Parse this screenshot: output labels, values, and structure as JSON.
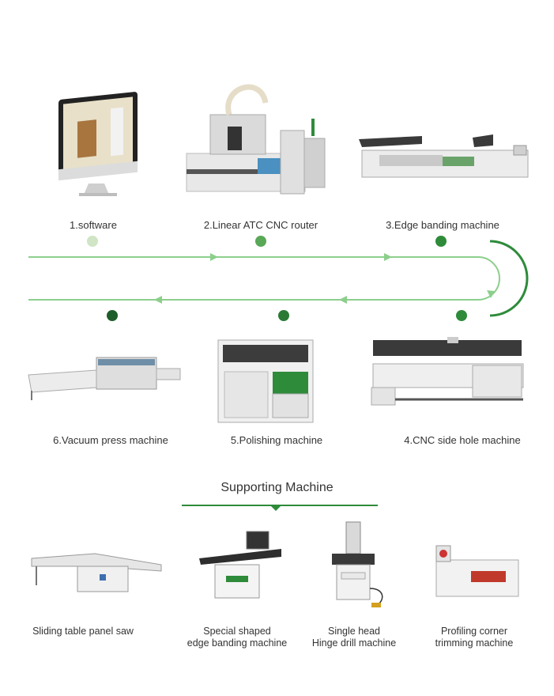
{
  "process": {
    "steps": [
      {
        "label": "1.software"
      },
      {
        "label": "2.Linear ATC CNC router"
      },
      {
        "label": "3.Edge banding machine"
      },
      {
        "label": "4.CNC side hole machine"
      },
      {
        "label": "5.Polishing machine"
      },
      {
        "label": "6.Vacuum press machine"
      }
    ]
  },
  "supporting": {
    "title": "Supporting Machine",
    "items": [
      {
        "line1": "Sliding table panel saw",
        "line2": ""
      },
      {
        "line1": "Special shaped",
        "line2": "edge banding machine"
      },
      {
        "line1": "Single head",
        "line2": "Hinge drill machine"
      },
      {
        "line1": "Profiling corner",
        "line2": "trimming machine"
      }
    ]
  },
  "colors": {
    "light_green": "#cfe5c5",
    "mid_green": "#8ccf8c",
    "dark_green": "#2e8b3a",
    "darkest_green": "#1e5e2a"
  }
}
